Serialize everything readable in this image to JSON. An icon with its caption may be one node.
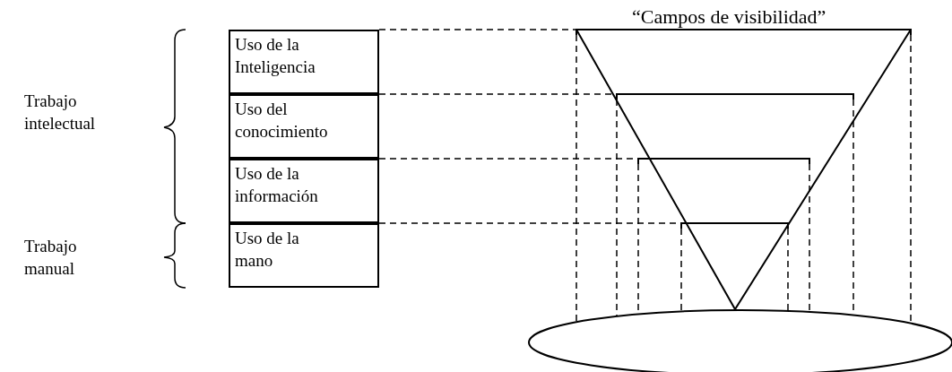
{
  "diagram": {
    "nodes": [
      {
        "text": [
          "Uso de la Inteligencia"
        ]
      },
      {
        "text": [
          "Uso del conocimiento"
        ]
      },
      {
        "text": [
          "Uso de la información"
        ]
      },
      {
        "text": [
          "Uso de la mano"
        ]
      },
      {
        "text": [],
        "shape": "bar"
      },
      {
        "text": [],
        "shape": "bar"
      },
      {
        "text": [],
        "shape": "bar"
      },
      {
        "text": [],
        "shape": "bar"
      },
      {
        "text": [],
        "shape": "ellipse"
      }
    ],
    "edges": [
      {
        "from": 0,
        "to": 4,
        "arrow": "none",
        "style": "dashed"
      },
      {
        "from": 1,
        "to": 5,
        "arrow": "none",
        "style": "dashed"
      },
      {
        "from": 2,
        "to": 6,
        "arrow": "none",
        "style": "dashed"
      },
      {
        "from": 3,
        "to": 7,
        "arrow": "none",
        "style": "dashed"
      },
      {
        "from": 4,
        "to": 8,
        "arrow": "none",
        "style": "dashed"
      },
      {
        "from": 4,
        "to": 8,
        "arrow": "none",
        "style": "dashed"
      },
      {
        "from": 5,
        "to": 8,
        "arrow": "none",
        "style": "dashed"
      },
      {
        "from": 5,
        "to": 8,
        "arrow": "none",
        "style": "dashed"
      },
      {
        "from": 6,
        "to": 8,
        "arrow": "none",
        "style": "dashed"
      },
      {
        "from": 6,
        "to": 8,
        "arrow": "none",
        "style": "dashed"
      },
      {
        "from": 7,
        "to": 8,
        "arrow": "none",
        "style": "dashed"
      },
      {
        "from": 7,
        "to": 8,
        "arrow": "none",
        "style": "dashed"
      }
    ],
    "labels": [
      "“Campos de visibilidad”",
      "Trabajo intelectual",
      "Trabajo manual"
    ]
  }
}
